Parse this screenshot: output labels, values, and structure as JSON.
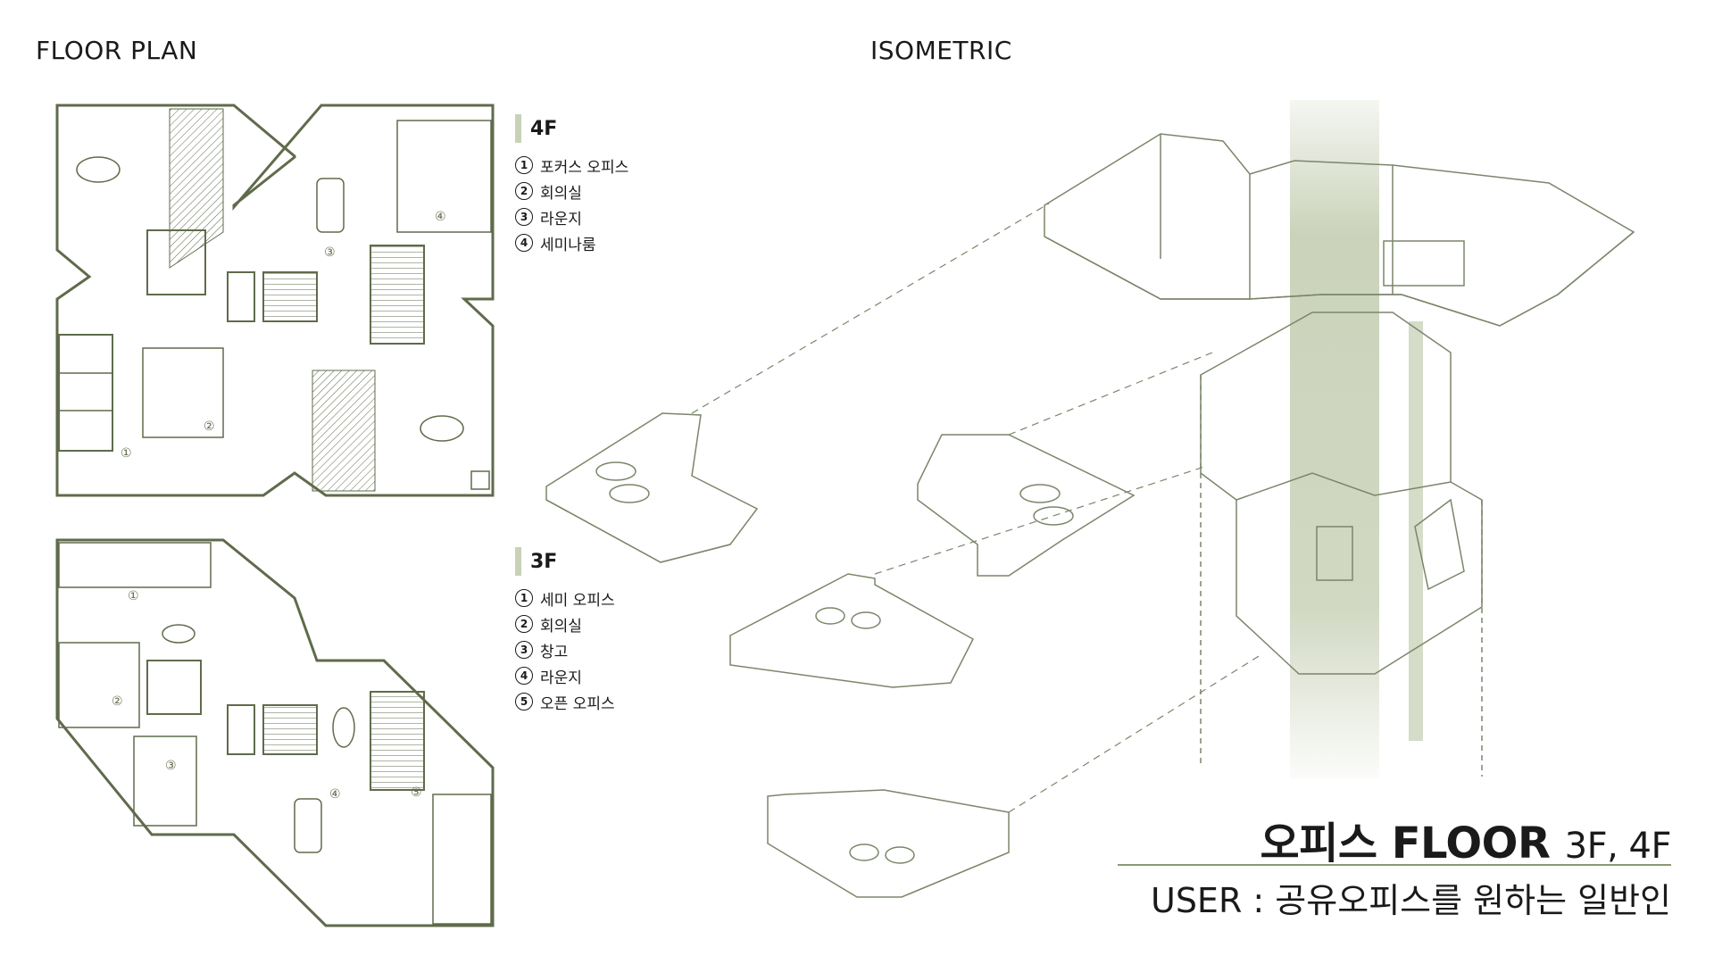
{
  "headings": {
    "floor_plan": "FLOOR PLAN",
    "isometric": "ISOMETRIC"
  },
  "legend_4f": {
    "title": "4F",
    "items": [
      {
        "num": "1",
        "label": "포커스 오피스"
      },
      {
        "num": "2",
        "label": "회의실"
      },
      {
        "num": "3",
        "label": "라운지"
      },
      {
        "num": "4",
        "label": "세미나룸"
      }
    ]
  },
  "legend_3f": {
    "title": "3F",
    "items": [
      {
        "num": "1",
        "label": "세미 오피스"
      },
      {
        "num": "2",
        "label": "회의실"
      },
      {
        "num": "3",
        "label": "창고"
      },
      {
        "num": "4",
        "label": "라운지"
      },
      {
        "num": "5",
        "label": "오픈 오피스"
      }
    ]
  },
  "plan_labels_4f": [
    "①",
    "②",
    "③",
    "④"
  ],
  "plan_labels_3f": [
    "①",
    "②",
    "③",
    "④",
    "⑤"
  ],
  "caption": {
    "title_main": "오피스 FLOOR",
    "title_floors": "3F, 4F",
    "user_line": "USER : 공유오피스를 원하는 일반인"
  },
  "colors": {
    "line": "#5f6b4b",
    "accent": "#8a9a72",
    "shaft": "#b9c4a3",
    "legend_bar": "#c9d1b8"
  }
}
